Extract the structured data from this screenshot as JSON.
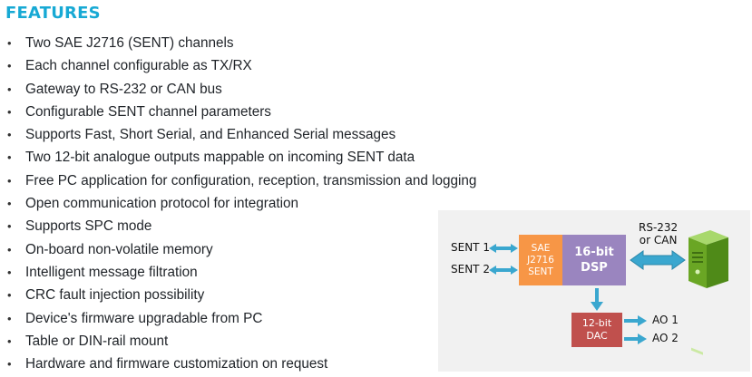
{
  "heading": "FEATURES",
  "features": [
    "Two SAE J2716 (SENT) channels",
    "Each channel configurable as TX/RX",
    "Gateway to RS-232 or CAN bus",
    "Configurable SENT channel parameters",
    "Supports Fast, Short Serial, and Enhanced Serial messages",
    "Two 12-bit analogue outputs mappable on incoming SENT data",
    "Free PC application for configuration, reception, transmission and logging",
    "Open communication protocol for integration",
    "Supports SPC mode",
    "On-board non-volatile memory",
    "Intelligent message filtration",
    "CRC fault injection possibility",
    "Device's firmware upgradable from PC",
    "Table or DIN-rail mount",
    "Hardware and firmware customization on request"
  ],
  "diagram": {
    "sent1": "SENT 1",
    "sent2": "SENT 2",
    "sae_lines": [
      "SAE",
      "J2716",
      "SENT"
    ],
    "dsp_lines": [
      "16-bit",
      "DSP"
    ],
    "rs232_lines": [
      "RS-232",
      "or CAN"
    ],
    "dac_lines": [
      "12-bit",
      "DAC"
    ],
    "ao1": "AO 1",
    "ao2": "AO 2",
    "icons": [
      "pc-computer-icon"
    ]
  },
  "colors": {
    "heading": "#17a9d4",
    "bullet_text": "#1f2328",
    "diagram_bg": "#f1f1f1",
    "sae_box": "#f79646",
    "dsp_box": "#9a85bf",
    "dac_box": "#c0504d",
    "arrow": "#3aa7cf",
    "pc": "#76b82a"
  }
}
